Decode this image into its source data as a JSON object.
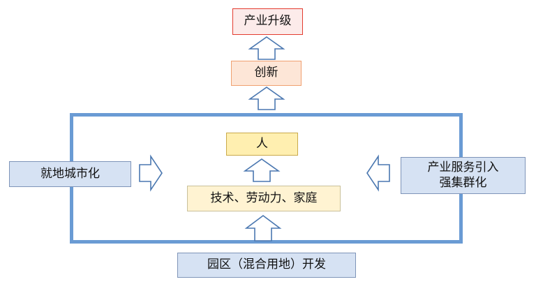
{
  "diagram": {
    "top": {
      "label": "产业升级"
    },
    "middle": {
      "label": "创新"
    },
    "person": {
      "label": "人"
    },
    "factors": {
      "label": "技术、劳动力、家庭"
    },
    "left": {
      "label": "就地城市化"
    },
    "right": {
      "lines": [
        "产业服务引入",
        "强集群化"
      ]
    },
    "bottom": {
      "label": "园区（混合用地）开发"
    }
  },
  "colors": {
    "frame_border": "#6a9bd4",
    "upgrade_border": "#e33b2f",
    "upgrade_fill": "#fcebea",
    "innovation_border": "#f0a070",
    "innovation_fill": "#fde6d7",
    "person_fill": "#ffefb0",
    "factors_fill": "#fff3d2",
    "side_fill": "#d6e2f3",
    "arrow_stroke": "#4a77b0"
  },
  "icons": {
    "arrow_up": "arrow-up-icon",
    "arrow_right": "arrow-right-icon",
    "arrow_left": "arrow-left-icon"
  }
}
